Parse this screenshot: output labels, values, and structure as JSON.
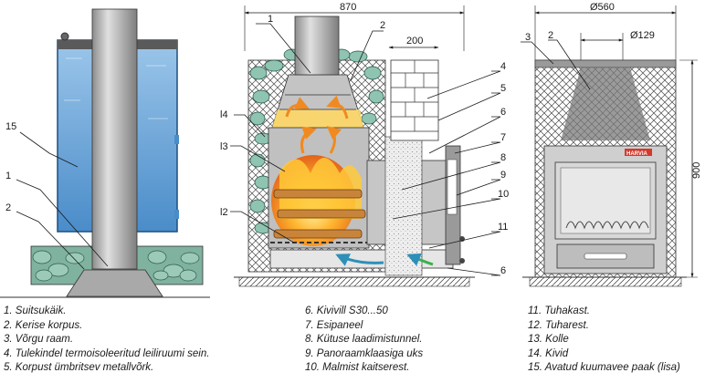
{
  "callouts": {
    "left": {
      "c15": "15",
      "c1": "1",
      "c2": "2"
    },
    "middle": {
      "c1": "1",
      "c2": "2",
      "c14": "l4",
      "c13": "l3",
      "c12": "l2"
    },
    "right_of_middle": {
      "c4": "4",
      "c5": "5",
      "c6a": "6",
      "c7": "7",
      "c8": "8",
      "c9": "9",
      "c10": "10",
      "c11": "11",
      "c6b": "6"
    },
    "front": {
      "c3": "3",
      "c2": "2"
    }
  },
  "dimensions": {
    "total_width": "870",
    "wall_gap": "200",
    "diameter_outer": "Ø560",
    "diameter_chimney": "Ø129",
    "height": "900"
  },
  "brand_plate": "HARVIA",
  "legend": {
    "col1": [
      "1. Suitsukäik.",
      "2. Kerise korpus.",
      "3. Võrgu raam.",
      "4. Tulekindel termoisoleeritud leiliruumi sein.",
      "5. Korpust ümbritsev metallvõrk."
    ],
    "col2": [
      "6. Kivivill S30...50",
      "7. Esipaneel",
      "8. Kütuse laadimistunnel.",
      "9. Panoraamklaasiga uks",
      "10. Malmist kaitserest."
    ],
    "col3": [
      "11. Tuhakast.",
      "12. Tuharest.",
      "13. Kolle",
      "14. Kivid",
      "15. Avatud kuumavee paak (lisa)"
    ]
  },
  "colors": {
    "water": "#6fa9d9",
    "steel": "#b8b8b8",
    "stone": "#8fbfae",
    "fire": "#f5a623",
    "flow_cold": "#3aa0c8",
    "flow_hot": "#f08a20"
  }
}
